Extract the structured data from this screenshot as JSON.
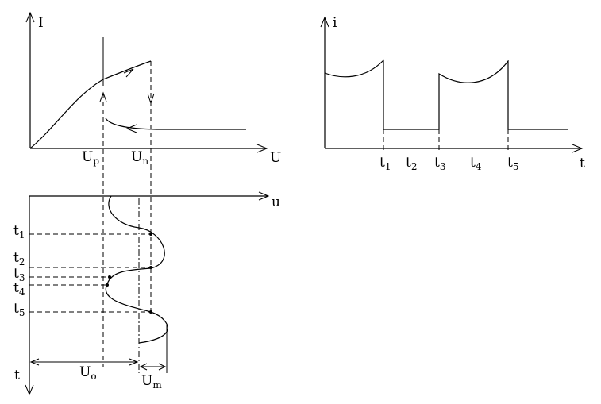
{
  "iu_plot": {
    "y_axis": "I",
    "x_axis": "U",
    "ticks": [
      {
        "main": "U",
        "sub": "p"
      },
      {
        "main": "U",
        "sub": "n"
      }
    ]
  },
  "it_plot": {
    "y_axis": "i",
    "x_axis": "t",
    "ticks": [
      {
        "main": "t",
        "sub": "1"
      },
      {
        "main": "t",
        "sub": "2"
      },
      {
        "main": "t",
        "sub": "3"
      },
      {
        "main": "t",
        "sub": "4"
      },
      {
        "main": "t",
        "sub": "5"
      }
    ]
  },
  "ut_plot": {
    "x_axis": "u",
    "y_axis": "t",
    "time_labels": [
      {
        "main": "t",
        "sub": "1"
      },
      {
        "main": "t",
        "sub": "2"
      },
      {
        "main": "t",
        "sub": "3"
      },
      {
        "main": "t",
        "sub": "4"
      },
      {
        "main": "t",
        "sub": "5"
      }
    ],
    "offset_label": {
      "main": "U",
      "sub": "o"
    },
    "amplitude_label": {
      "main": "U",
      "sub": "m"
    }
  }
}
